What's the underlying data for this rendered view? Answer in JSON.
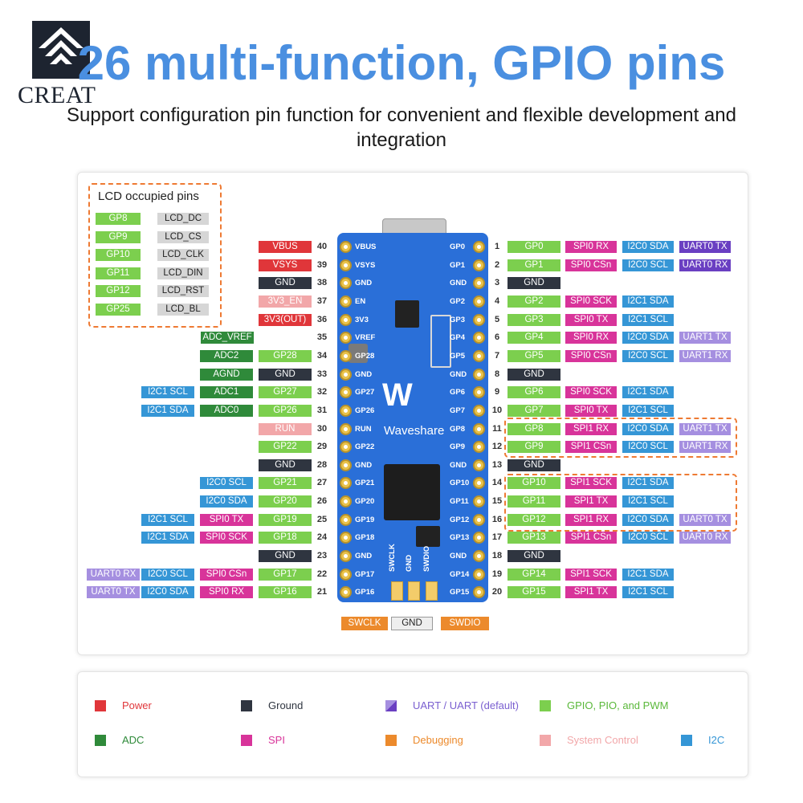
{
  "brand": {
    "logo_text": "CREAT"
  },
  "header": {
    "title": "26 multi-function, GPIO pins",
    "subtitle": "Support configuration pin function for convenient and flexible development and integration"
  },
  "lcd_box": {
    "title": "LCD occupied pins",
    "rows": [
      [
        "GP8",
        "LCD_DC"
      ],
      [
        "GP9",
        "LCD_CS"
      ],
      [
        "GP10",
        "LCD_CLK"
      ],
      [
        "GP11",
        "LCD_DIN"
      ],
      [
        "GP12",
        "LCD_RST"
      ],
      [
        "GP25",
        "LCD_BL"
      ]
    ]
  },
  "board": {
    "brand": "Waveshare",
    "logo": "W",
    "debug_pads": [
      "SWCLK",
      "GND",
      "SWDIO"
    ],
    "debug_labels": [
      "SWCLK",
      "GND",
      "SWDIO"
    ]
  },
  "pins_left": [
    {
      "num": "40",
      "board": "VBUS",
      "tags": [
        [
          "VBUS",
          "power"
        ]
      ]
    },
    {
      "num": "39",
      "board": "VSYS",
      "tags": [
        [
          "VSYS",
          "power"
        ]
      ]
    },
    {
      "num": "38",
      "board": "GND",
      "tags": [
        [
          "GND",
          "ground"
        ]
      ]
    },
    {
      "num": "37",
      "board": "EN",
      "tags": [
        [
          "3V3_EN",
          "system"
        ]
      ]
    },
    {
      "num": "36",
      "board": "3V3",
      "tags": [
        [
          "3V3(OUT)",
          "power"
        ]
      ]
    },
    {
      "num": "35",
      "board": "VREF",
      "tags": [
        [
          "ADC_VREF",
          "adc"
        ]
      ]
    },
    {
      "num": "34",
      "board": "GP28",
      "tags": [
        [
          "GP28",
          "gpio"
        ],
        [
          "ADC2",
          "adc"
        ]
      ]
    },
    {
      "num": "33",
      "board": "GND",
      "tags": [
        [
          "GND",
          "ground"
        ],
        [
          "AGND",
          "adc"
        ]
      ]
    },
    {
      "num": "32",
      "board": "GP27",
      "tags": [
        [
          "GP27",
          "gpio"
        ],
        [
          "ADC1",
          "adc"
        ],
        [
          "I2C1 SCL",
          "i2c"
        ]
      ]
    },
    {
      "num": "31",
      "board": "GP26",
      "tags": [
        [
          "GP26",
          "gpio"
        ],
        [
          "ADC0",
          "adc"
        ],
        [
          "I2C1 SDA",
          "i2c"
        ]
      ]
    },
    {
      "num": "30",
      "board": "RUN",
      "tags": [
        [
          "RUN",
          "system"
        ]
      ]
    },
    {
      "num": "29",
      "board": "GP22",
      "tags": [
        [
          "GP22",
          "gpio"
        ]
      ]
    },
    {
      "num": "28",
      "board": "GND",
      "tags": [
        [
          "GND",
          "ground"
        ]
      ]
    },
    {
      "num": "27",
      "board": "GP21",
      "tags": [
        [
          "GP21",
          "gpio"
        ],
        [
          "I2C0 SCL",
          "i2c"
        ]
      ]
    },
    {
      "num": "26",
      "board": "GP20",
      "tags": [
        [
          "GP20",
          "gpio"
        ],
        [
          "I2C0 SDA",
          "i2c"
        ]
      ]
    },
    {
      "num": "25",
      "board": "GP19",
      "tags": [
        [
          "GP19",
          "gpio"
        ],
        [
          "SPI0 TX",
          "spi"
        ],
        [
          "I2C1 SCL",
          "i2c"
        ]
      ]
    },
    {
      "num": "24",
      "board": "GP18",
      "tags": [
        [
          "GP18",
          "gpio"
        ],
        [
          "SPI0 SCK",
          "spi"
        ],
        [
          "I2C1 SDA",
          "i2c"
        ]
      ]
    },
    {
      "num": "23",
      "board": "GND",
      "tags": [
        [
          "GND",
          "ground"
        ]
      ]
    },
    {
      "num": "22",
      "board": "GP17",
      "tags": [
        [
          "GP17",
          "gpio"
        ],
        [
          "SPI0 CSn",
          "spi"
        ],
        [
          "I2C0 SCL",
          "i2c"
        ],
        [
          "UART0 RX",
          "uart"
        ]
      ]
    },
    {
      "num": "21",
      "board": "GP16",
      "tags": [
        [
          "GP16",
          "gpio"
        ],
        [
          "SPI0 RX",
          "spi"
        ],
        [
          "I2C0 SDA",
          "i2c"
        ],
        [
          "UART0 TX",
          "uart"
        ]
      ]
    }
  ],
  "pins_right": [
    {
      "num": "1",
      "board": "GP0",
      "tags": [
        [
          "GP0",
          "gpio"
        ],
        [
          "SPI0 RX",
          "spi"
        ],
        [
          "I2C0 SDA",
          "i2c"
        ],
        [
          "UART0 TX",
          "uartd"
        ]
      ]
    },
    {
      "num": "2",
      "board": "GP1",
      "tags": [
        [
          "GP1",
          "gpio"
        ],
        [
          "SPI0 CSn",
          "spi"
        ],
        [
          "I2C0 SCL",
          "i2c"
        ],
        [
          "UART0 RX",
          "uartd"
        ]
      ]
    },
    {
      "num": "3",
      "board": "GND",
      "tags": [
        [
          "GND",
          "ground"
        ]
      ]
    },
    {
      "num": "4",
      "board": "GP2",
      "tags": [
        [
          "GP2",
          "gpio"
        ],
        [
          "SPI0 SCK",
          "spi"
        ],
        [
          "I2C1 SDA",
          "i2c"
        ]
      ]
    },
    {
      "num": "5",
      "board": "GP3",
      "tags": [
        [
          "GP3",
          "gpio"
        ],
        [
          "SPI0 TX",
          "spi"
        ],
        [
          "I2C1 SCL",
          "i2c"
        ]
      ]
    },
    {
      "num": "6",
      "board": "GP4",
      "tags": [
        [
          "GP4",
          "gpio"
        ],
        [
          "SPI0 RX",
          "spi"
        ],
        [
          "I2C0 SDA",
          "i2c"
        ],
        [
          "UART1 TX",
          "uart"
        ]
      ]
    },
    {
      "num": "7",
      "board": "GP5",
      "tags": [
        [
          "GP5",
          "gpio"
        ],
        [
          "SPI0 CSn",
          "spi"
        ],
        [
          "I2C0 SCL",
          "i2c"
        ],
        [
          "UART1 RX",
          "uart"
        ]
      ]
    },
    {
      "num": "8",
      "board": "GND",
      "tags": [
        [
          "GND",
          "ground"
        ]
      ]
    },
    {
      "num": "9",
      "board": "GP6",
      "tags": [
        [
          "GP6",
          "gpio"
        ],
        [
          "SPI0 SCK",
          "spi"
        ],
        [
          "I2C1 SDA",
          "i2c"
        ]
      ]
    },
    {
      "num": "10",
      "board": "GP7",
      "tags": [
        [
          "GP7",
          "gpio"
        ],
        [
          "SPI0 TX",
          "spi"
        ],
        [
          "I2C1 SCL",
          "i2c"
        ]
      ]
    },
    {
      "num": "11",
      "board": "GP8",
      "tags": [
        [
          "GP8",
          "gpio"
        ],
        [
          "SPI1 RX",
          "spi"
        ],
        [
          "I2C0 SDA",
          "i2c"
        ],
        [
          "UART1 TX",
          "uart"
        ]
      ]
    },
    {
      "num": "12",
      "board": "GP9",
      "tags": [
        [
          "GP9",
          "gpio"
        ],
        [
          "SPI1 CSn",
          "spi"
        ],
        [
          "I2C0 SCL",
          "i2c"
        ],
        [
          "UART1 RX",
          "uart"
        ]
      ]
    },
    {
      "num": "13",
      "board": "GND",
      "tags": [
        [
          "GND",
          "ground"
        ]
      ]
    },
    {
      "num": "14",
      "board": "GP10",
      "tags": [
        [
          "GP10",
          "gpio"
        ],
        [
          "SPI1 SCK",
          "spi"
        ],
        [
          "I2C1 SDA",
          "i2c"
        ]
      ]
    },
    {
      "num": "15",
      "board": "GP11",
      "tags": [
        [
          "GP11",
          "gpio"
        ],
        [
          "SPI1 TX",
          "spi"
        ],
        [
          "I2C1 SCL",
          "i2c"
        ]
      ]
    },
    {
      "num": "16",
      "board": "GP12",
      "tags": [
        [
          "GP12",
          "gpio"
        ],
        [
          "SPI1 RX",
          "spi"
        ],
        [
          "I2C0 SDA",
          "i2c"
        ],
        [
          "UART0 TX",
          "uart"
        ]
      ]
    },
    {
      "num": "17",
      "board": "GP13",
      "tags": [
        [
          "GP13",
          "gpio"
        ],
        [
          "SPI1 CSn",
          "spi"
        ],
        [
          "I2C0 SCL",
          "i2c"
        ],
        [
          "UART0 RX",
          "uart"
        ]
      ]
    },
    {
      "num": "18",
      "board": "GND",
      "tags": [
        [
          "GND",
          "ground"
        ]
      ]
    },
    {
      "num": "19",
      "board": "GP14",
      "tags": [
        [
          "GP14",
          "gpio"
        ],
        [
          "SPI1 SCK",
          "spi"
        ],
        [
          "I2C1 SDA",
          "i2c"
        ]
      ]
    },
    {
      "num": "20",
      "board": "GP15",
      "tags": [
        [
          "GP15",
          "gpio"
        ],
        [
          "SPI1 TX",
          "spi"
        ],
        [
          "I2C1 SCL",
          "i2c"
        ]
      ]
    }
  ],
  "legend": [
    {
      "label": "Power",
      "type": "power"
    },
    {
      "label": "Ground",
      "type": "ground"
    },
    {
      "label": "UART / UART (default)",
      "type": "uart"
    },
    {
      "label": "GPIO, PIO, and PWM",
      "type": "gpio"
    },
    {
      "label": "ADC",
      "type": "adc"
    },
    {
      "label": "SPI",
      "type": "spi"
    },
    {
      "label": "Debugging",
      "type": "debug"
    },
    {
      "label": "System Control",
      "type": "system"
    },
    {
      "label": "I2C",
      "type": "i2c"
    }
  ],
  "colors": {
    "power": "#e0363a",
    "ground": "#2f3540",
    "system": "#f2a7a9",
    "adc": "#2f8a3a",
    "gpio": "#7ccf4e",
    "spi": "#d8349a",
    "i2c": "#3596d6",
    "uart": "#a58fe0",
    "uartd": "#6a3fc2",
    "debug": "#ec8a2c",
    "lcd": "#d6d6d6",
    "title": "#4a8fe0"
  },
  "legend_text_colors": {
    "power": "#e0363a",
    "ground": "#2f3540",
    "uart": "#7a5fd0",
    "gpio": "#5ab83a",
    "adc": "#2f8a3a",
    "spi": "#d8349a",
    "debug": "#ec8a2c",
    "system": "#f2a7a9",
    "i2c": "#3596d6"
  }
}
